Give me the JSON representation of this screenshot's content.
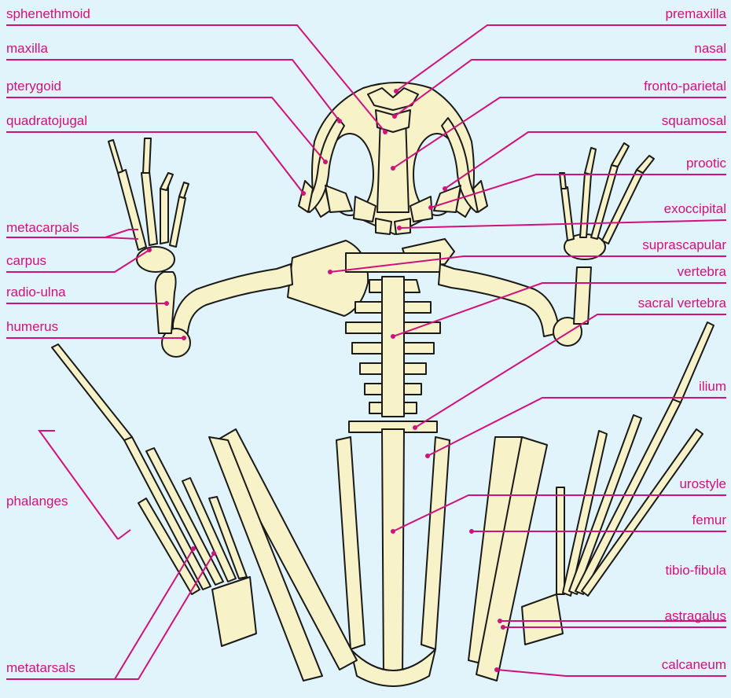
{
  "colors": {
    "background": "#e1f3fb",
    "bone_fill": "#f8f2c8",
    "bone_outline": "#1a1a1a",
    "label_line": "#d1117e",
    "label_text": "#d1117e"
  },
  "labels": {
    "left": {
      "sphenethmoid": "sphenethmoid",
      "maxilla": "maxilla",
      "pterygoid": "pterygoid",
      "quadratojugal": "quadratojugal",
      "metacarpals": "metacarpals",
      "carpus": "carpus",
      "radio_ulna": "radio-ulna",
      "humerus": "humerus",
      "phalanges": "phalanges",
      "metatarsals": "metatarsals"
    },
    "right": {
      "premaxilla": "premaxilla",
      "nasal": "nasal",
      "fronto_parietal": "fronto-parietal",
      "squamosal": "squamosal",
      "prootic": "prootic",
      "exoccipital": "exoccipital",
      "suprascapular": "suprascapular",
      "vertebra": "vertebra",
      "sacral_vertebra": "sacral vertebra",
      "ilium": "ilium",
      "urostyle": "urostyle",
      "femur": "femur",
      "tibio_fibula": "tibio-fibula",
      "astragalus": "astragalus",
      "calcaneum": "calcaneum"
    }
  }
}
